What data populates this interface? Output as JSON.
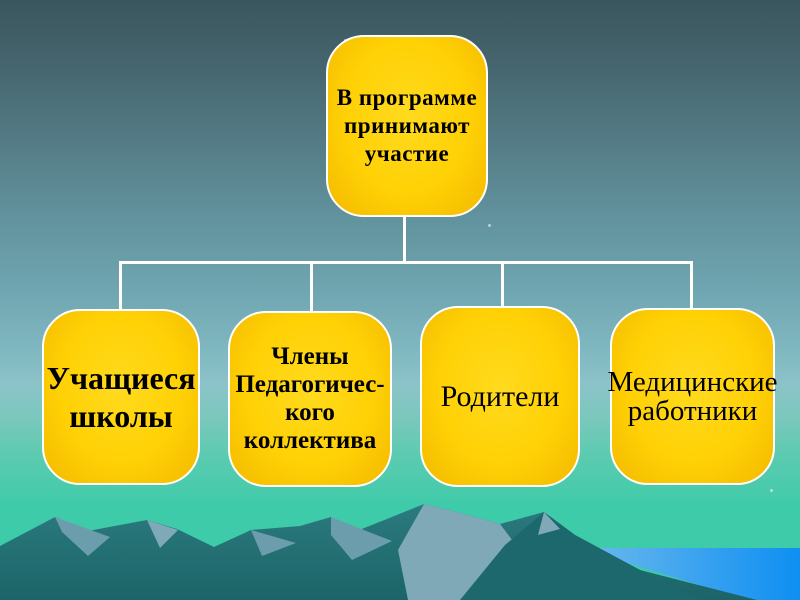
{
  "slide": {
    "type": "presentation-slide-hierarchy-diagram",
    "diagram": {
      "root": {
        "label": "В программе принимают участие",
        "lines": [
          "В программе",
          "принимают",
          "участие"
        ]
      },
      "children": [
        {
          "label": "Учащиеся школы",
          "lines": [
            "Учащиеся",
            "школы"
          ]
        },
        {
          "label": "Члены Педагогического коллектива",
          "lines": [
            "Члены",
            "Педагогичес-",
            "кого",
            "коллектива"
          ]
        },
        {
          "label": "Родители",
          "lines": [
            "Родители"
          ]
        },
        {
          "label": "Медицинские работники",
          "lines": [
            "Медицинские",
            "работники"
          ]
        }
      ]
    },
    "colors": {
      "bg_top": "#3A555D",
      "bg_mint": "#3DCBA9",
      "node_fill": "#FFD105",
      "node_border": "#FFFFFF",
      "connector_color": "#FFFFFF",
      "text_color": "#000000",
      "mountain_dark": "#27777A",
      "mountain_light": "#6C9DAC",
      "water_blue": "#0E8FF2"
    }
  }
}
